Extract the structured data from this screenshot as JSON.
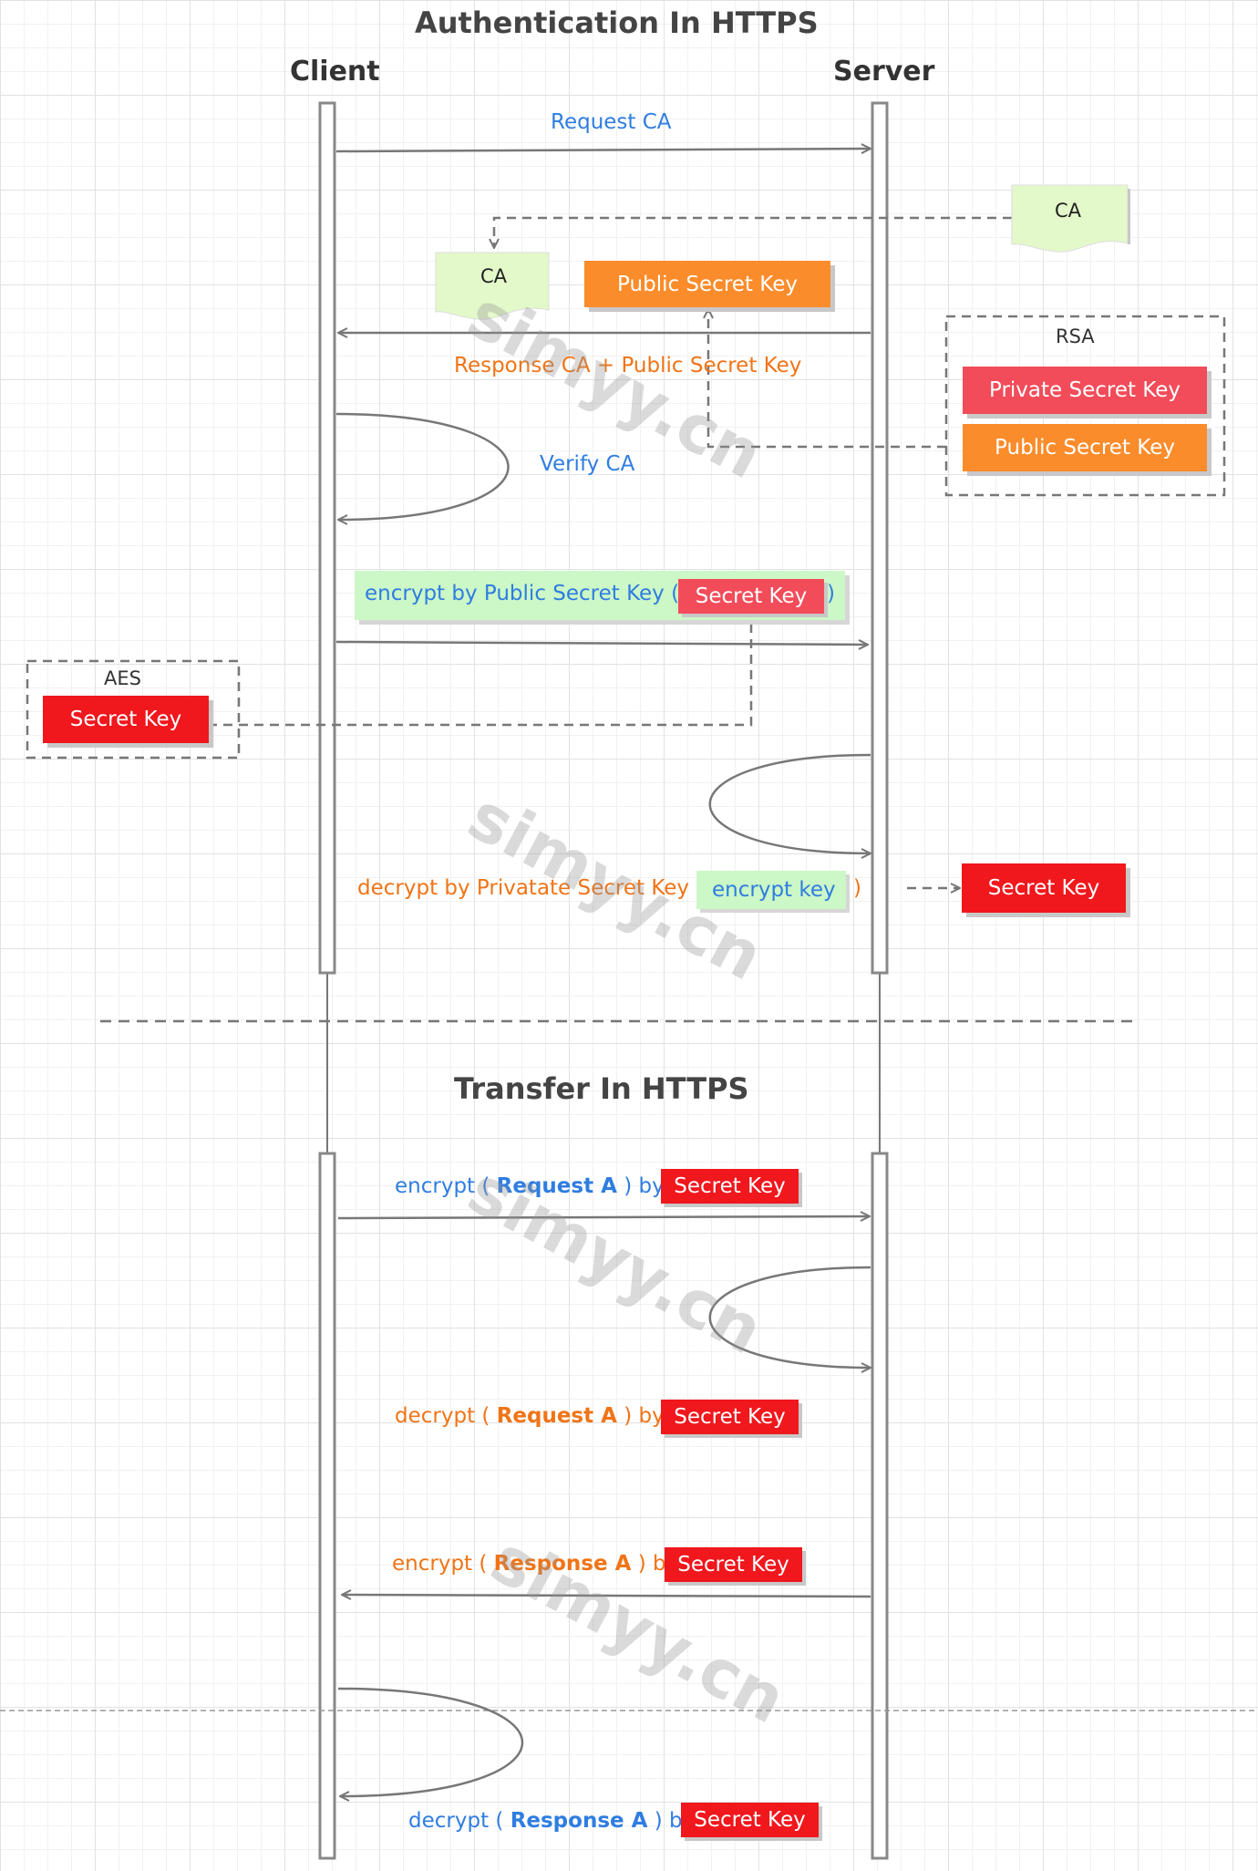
{
  "titles": {
    "authentication": "Authentication In HTTPS",
    "transfer": "Transfer In HTTPS"
  },
  "actors": {
    "client": "Client",
    "server": "Server"
  },
  "auth": {
    "request_ca": "Request CA",
    "ca_server_doc": "CA",
    "ca_client_doc": "CA",
    "public_key_box": "Public Secret Key",
    "response_ca": "Response CA + Public Secret Key",
    "rsa_group_label": "RSA",
    "rsa_private_key": "Private Secret Key",
    "rsa_public_key": "Public Secret Key",
    "verify_ca": "Verify CA",
    "encrypt_label_start": "encrypt by Public Secret Key (",
    "encrypt_secret_key": "Secret Key",
    "encrypt_label_end": ")",
    "aes_group_label": "AES",
    "aes_secret_key": "Secret Key",
    "decrypt_label_start": "decrypt by Privatate Secret Key (",
    "decrypt_encrypt_key": "encrypt key",
    "decrypt_label_end": ")",
    "server_secret_key": "Secret Key"
  },
  "transfer": {
    "step1": {
      "pre": "encrypt (",
      "bold": "Request A",
      "post": ") by",
      "key": "Secret Key"
    },
    "step2": {
      "pre": "decrypt (",
      "bold": "Request A",
      "post": ") by",
      "key": "Secret Key"
    },
    "step3": {
      "pre": "encrypt (",
      "bold": "Response A",
      "post": ") by",
      "key": "Secret Key"
    },
    "step4": {
      "pre": "decrypt (",
      "bold": "Response A",
      "post": ") by",
      "key": "Secret Key"
    }
  },
  "watermark": "simyy.cn",
  "colors": {
    "blue_text": "#2f7de1",
    "orange_text": "#f07417",
    "secret_key_red": "#f0171d",
    "private_key_pink": "#f24c5a",
    "public_key_orange": "#fb8c2b",
    "doc_green": "#e3f9c9",
    "encrypt_green": "#ccf7c6",
    "line_gray": "#777777"
  }
}
